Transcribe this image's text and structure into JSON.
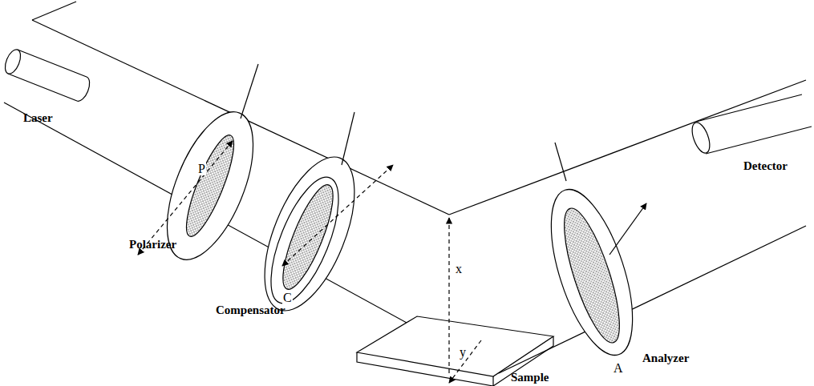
{
  "diagram": {
    "labels": [
      "Laser",
      "Polarizer",
      "Compensator",
      "Sample",
      "Analyzer",
      "Detector",
      "P",
      "C",
      "A",
      "x",
      "y"
    ]
  }
}
